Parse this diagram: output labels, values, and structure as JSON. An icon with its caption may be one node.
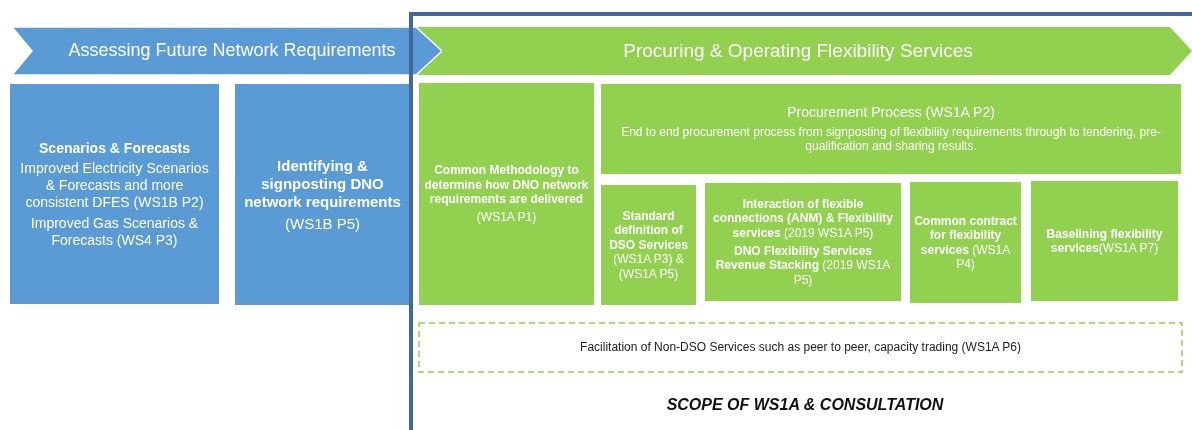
{
  "diagram": {
    "nodes": [
      {
        "text": [
          "Assessing Future Network Requirements"
        ]
      },
      {
        "text": [
          "Procuring & Operating Flexibility Services"
        ]
      },
      {
        "text": [
          "Scenarios & Forecasts",
          "Improved Electricity Scenarios & Forecasts and more consistent DFES (WS1B P2)",
          "Improved Gas Scenarios & Forecasts (WS4 P3)"
        ]
      },
      {
        "text": [
          "Identifying & signposting DNO network requirements",
          "(WS1B P5)"
        ]
      },
      {
        "text": [
          "Common Methodology to determine how DNO network requirements are delivered",
          "(WS1A P1)"
        ]
      },
      {
        "text": [
          "Procurement Process (WS1A P2)",
          "End to end procurement process from signposting of flexibility requirements through to tendering, pre-qualification and sharing results."
        ]
      },
      {
        "text": [
          "**Standard definition of DSO Services** (WS1A P3) & (WS1A P5)"
        ]
      },
      {
        "text": [
          "**Interaction of flexible connections (ANM) & Flexibility services** (2019 WS1A P5)",
          "**DNO Flexibility Services Revenue Stacking** (2019 WS1A P5)"
        ]
      },
      {
        "text": [
          "**Common contract for flexibility services** (WS1A P4)"
        ]
      },
      {
        "text": [
          "**Baselining flexibility services**(WS1A P7)"
        ]
      },
      {
        "text": [
          "Facilitation of Non-DSO Services such as peer to peer, capacity trading (WS1A P6)"
        ]
      }
    ],
    "edges": [],
    "labels": [
      "SCOPE OF WS1A & CONSULTATION"
    ]
  }
}
